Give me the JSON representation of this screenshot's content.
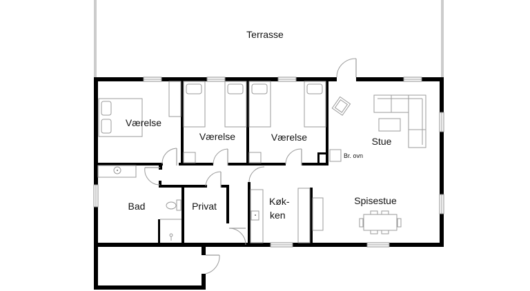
{
  "plan": {
    "terrace": {
      "label": "Terrasse"
    },
    "rooms": [
      {
        "id": "vaerelse-1",
        "label": "Værelse"
      },
      {
        "id": "vaerelse-2",
        "label": "Værelse"
      },
      {
        "id": "vaerelse-3",
        "label": "Værelse"
      },
      {
        "id": "stue",
        "label": "Stue"
      },
      {
        "id": "bad",
        "label": "Bad"
      },
      {
        "id": "privat",
        "label": "Privat"
      },
      {
        "id": "kokken",
        "label_line1": "Køk-",
        "label_line2": "ken"
      },
      {
        "id": "spisestue",
        "label": "Spisestue"
      }
    ],
    "fixtures": {
      "stove_label": "Br. ovn"
    },
    "colors": {
      "wall": "#000000",
      "fixture_line": "#9a9a9a",
      "background": "#ffffff",
      "text": "#111111"
    }
  }
}
